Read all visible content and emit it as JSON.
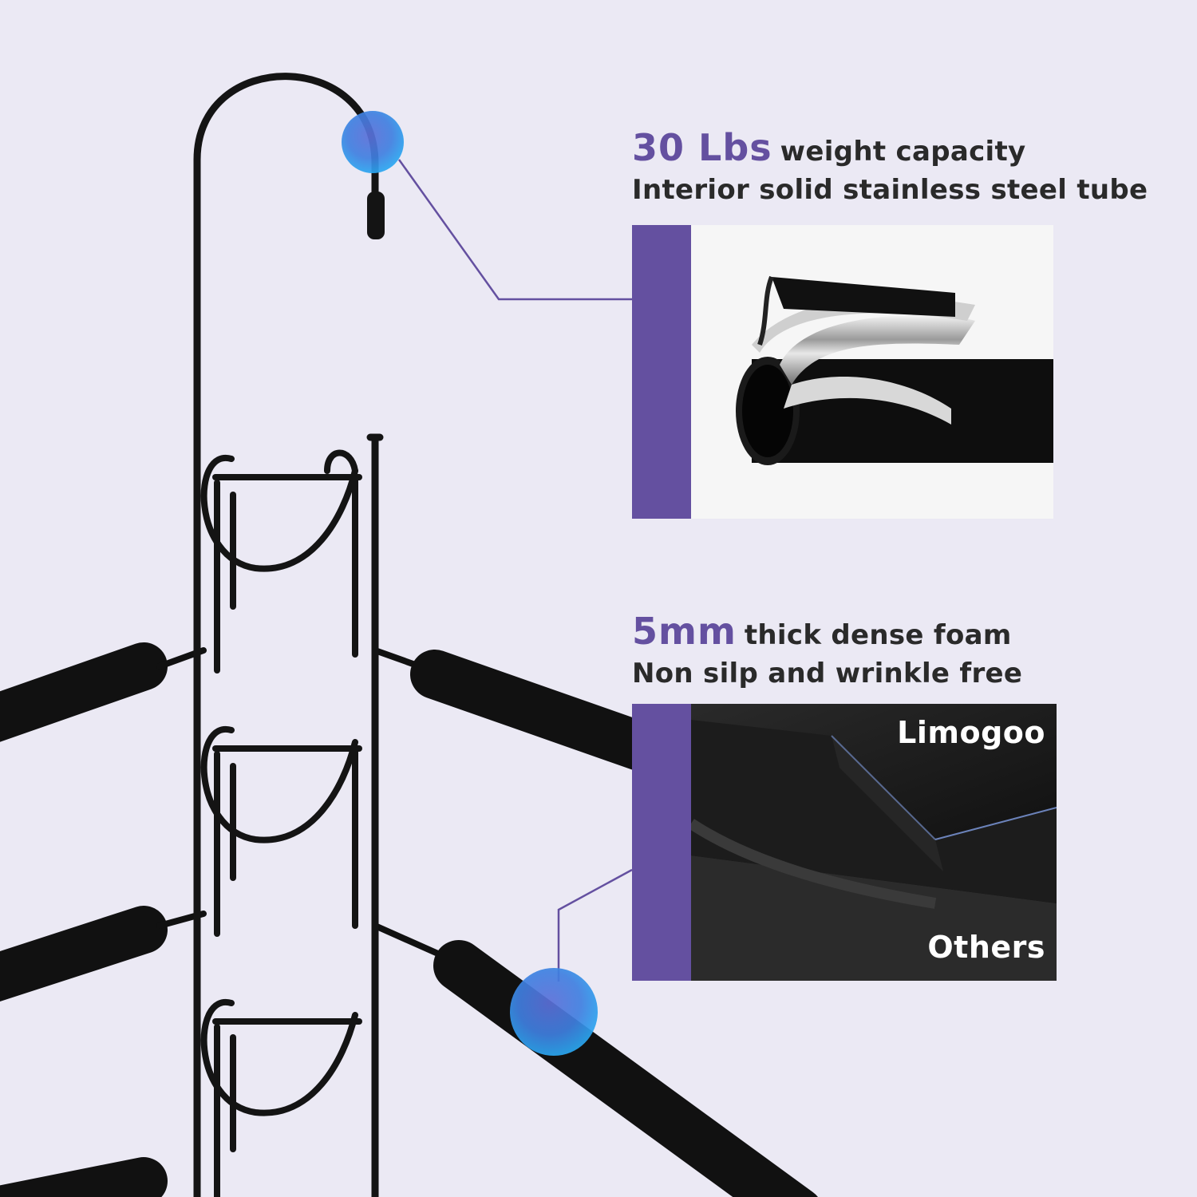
{
  "colors": {
    "background": "#ebe9f4",
    "accent": "#6450a0",
    "text": "#2a2a2a",
    "hanger": "#141414",
    "highlight_dot": "#3d8ee8"
  },
  "feature_capacity": {
    "accent": "30 Lbs",
    "text": "weight capacity",
    "subtitle": "Interior solid stainless steel tube"
  },
  "feature_foam": {
    "accent": "5mm",
    "text": "thick dense foam",
    "subtitle": "Non silp and wrinkle free"
  },
  "comparison": {
    "brand_label": "Limogoo",
    "other_label": "Others"
  },
  "icons": {
    "hanger": "hanger-illustration",
    "highlight": "highlight-dot-icon",
    "tube": "steel-tube-cutaway",
    "foam": "foam-comparison"
  }
}
